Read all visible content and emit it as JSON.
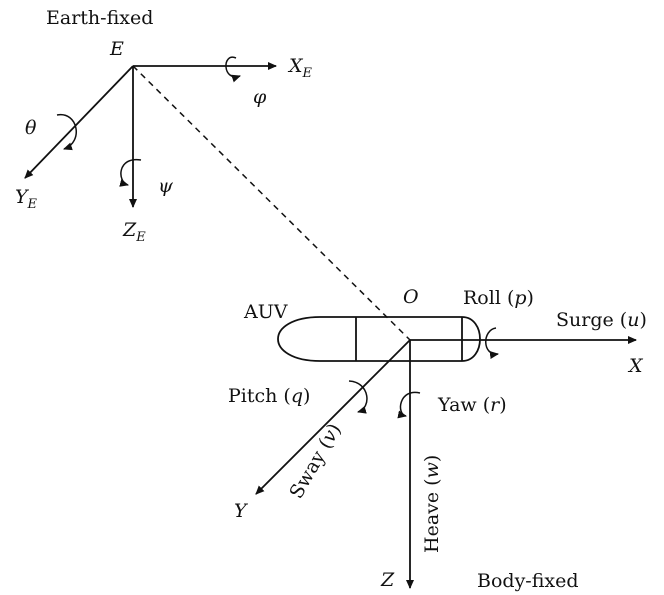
{
  "labels": {
    "earth_fixed": "Earth-fixed",
    "body_fixed": "Body-fixed",
    "E": "E",
    "O": "O",
    "AUV": "AUV",
    "X_E_main": "X",
    "X_E_sub": "E",
    "Y_E_main": "Y",
    "Y_E_sub": "E",
    "Z_E_main": "Z",
    "Z_E_sub": "E",
    "phi": "φ",
    "theta": "θ",
    "psi": "ψ",
    "X": "X",
    "Y": "Y",
    "Z": "Z",
    "roll_word": "Roll (",
    "roll_var": "p",
    "roll_close": ")",
    "surge_word": "Surge (",
    "surge_var": "u",
    "surge_close": ")",
    "pitch_word": "Pitch (",
    "pitch_var": "q",
    "pitch_close": ")",
    "yaw_word": "Yaw (",
    "yaw_var": "r",
    "yaw_close": ")",
    "sway_word": "Sway (",
    "sway_var": "v",
    "sway_close": ")",
    "heave_word": "Heave (",
    "heave_var": "w",
    "heave_close": ")"
  },
  "colors": {
    "ink": "#111111",
    "background": "#ffffff"
  }
}
